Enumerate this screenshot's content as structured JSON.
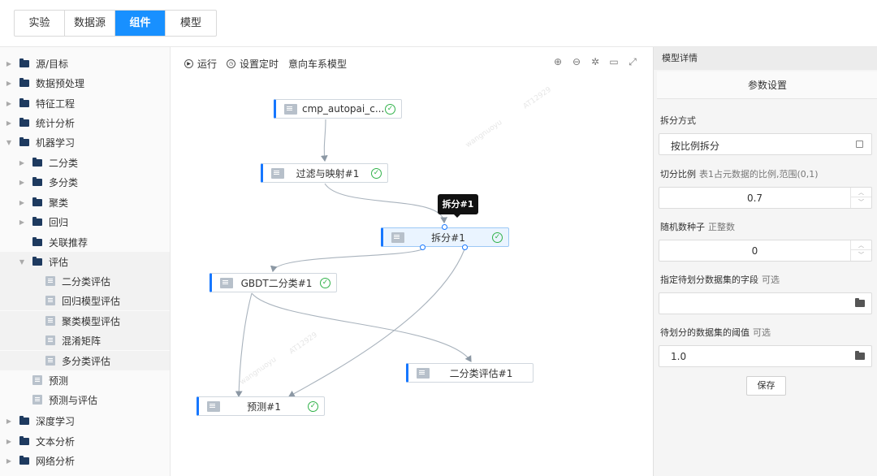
{
  "tabs": [
    "实验",
    "数据源",
    "组件",
    "模型"
  ],
  "active_tab": "组件",
  "sidebar": {
    "items": [
      {
        "label": "源/目标",
        "type": "folder"
      },
      {
        "label": "数据预处理",
        "type": "folder"
      },
      {
        "label": "特征工程",
        "type": "folder"
      },
      {
        "label": "统计分析",
        "type": "folder"
      },
      {
        "label": "机器学习",
        "type": "folder",
        "expanded": true
      },
      {
        "label": "二分类",
        "type": "folder"
      },
      {
        "label": "多分类",
        "type": "folder"
      },
      {
        "label": "聚类",
        "type": "folder"
      },
      {
        "label": "回归",
        "type": "folder"
      },
      {
        "label": "关联推荐",
        "type": "folder"
      },
      {
        "label": "评估",
        "type": "folder",
        "expanded": true
      },
      {
        "label": "二分类评估",
        "type": "doc"
      },
      {
        "label": "回归模型评估",
        "type": "doc"
      },
      {
        "label": "聚类模型评估",
        "type": "doc"
      },
      {
        "label": "混淆矩阵",
        "type": "doc"
      },
      {
        "label": "多分类评估",
        "type": "doc"
      },
      {
        "label": "预测",
        "type": "doc"
      },
      {
        "label": "预测与评估",
        "type": "doc"
      },
      {
        "label": "深度学习",
        "type": "folder"
      },
      {
        "label": "文本分析",
        "type": "folder"
      },
      {
        "label": "网络分析",
        "type": "folder"
      }
    ]
  },
  "toolbar": {
    "run": "运行",
    "schedule": "设置定时",
    "experiment_name": "意向车系模型"
  },
  "nodes": {
    "n1": "cmp_autopai_c...",
    "n2": "过滤与映射#1",
    "n3": "拆分#1",
    "n4": "GBDT二分类#1",
    "n5": "二分类评估#1",
    "n6": "预测#1"
  },
  "tooltip": "拆分#1",
  "watermark": [
    "wangnuoyu",
    "AT12929"
  ],
  "panel": {
    "title": "模型详情",
    "tab": "参数设置",
    "fields": [
      {
        "label": "拆分方式",
        "sub": "",
        "value": "按比例拆分"
      },
      {
        "label": "切分比例",
        "sub": "表1占元数据的比例,范围(0,1)",
        "value": "0.7"
      },
      {
        "label": "随机数种子",
        "sub": "正整数",
        "value": "0"
      },
      {
        "label": "指定待划分数据集的字段",
        "sub": "可选",
        "value": ""
      },
      {
        "label": "待划分的数据集的阈值",
        "sub": "可选",
        "value": "1.0"
      }
    ],
    "save": "保存"
  }
}
